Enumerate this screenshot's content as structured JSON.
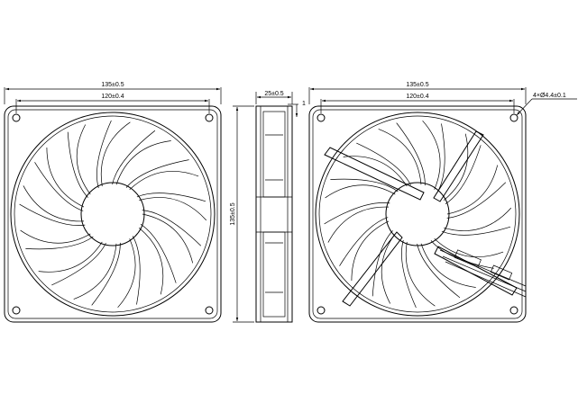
{
  "front_view": {
    "overall_width": "135±0.5",
    "hole_pitch": "120±0.4"
  },
  "side_view": {
    "thickness": "25±0.5",
    "flange": "1",
    "overall_height": "135±0.5"
  },
  "rear_view": {
    "overall_width": "135±0.5",
    "hole_pitch": "120±0.4",
    "mount_holes": "4×Ø4.4±0.1"
  }
}
